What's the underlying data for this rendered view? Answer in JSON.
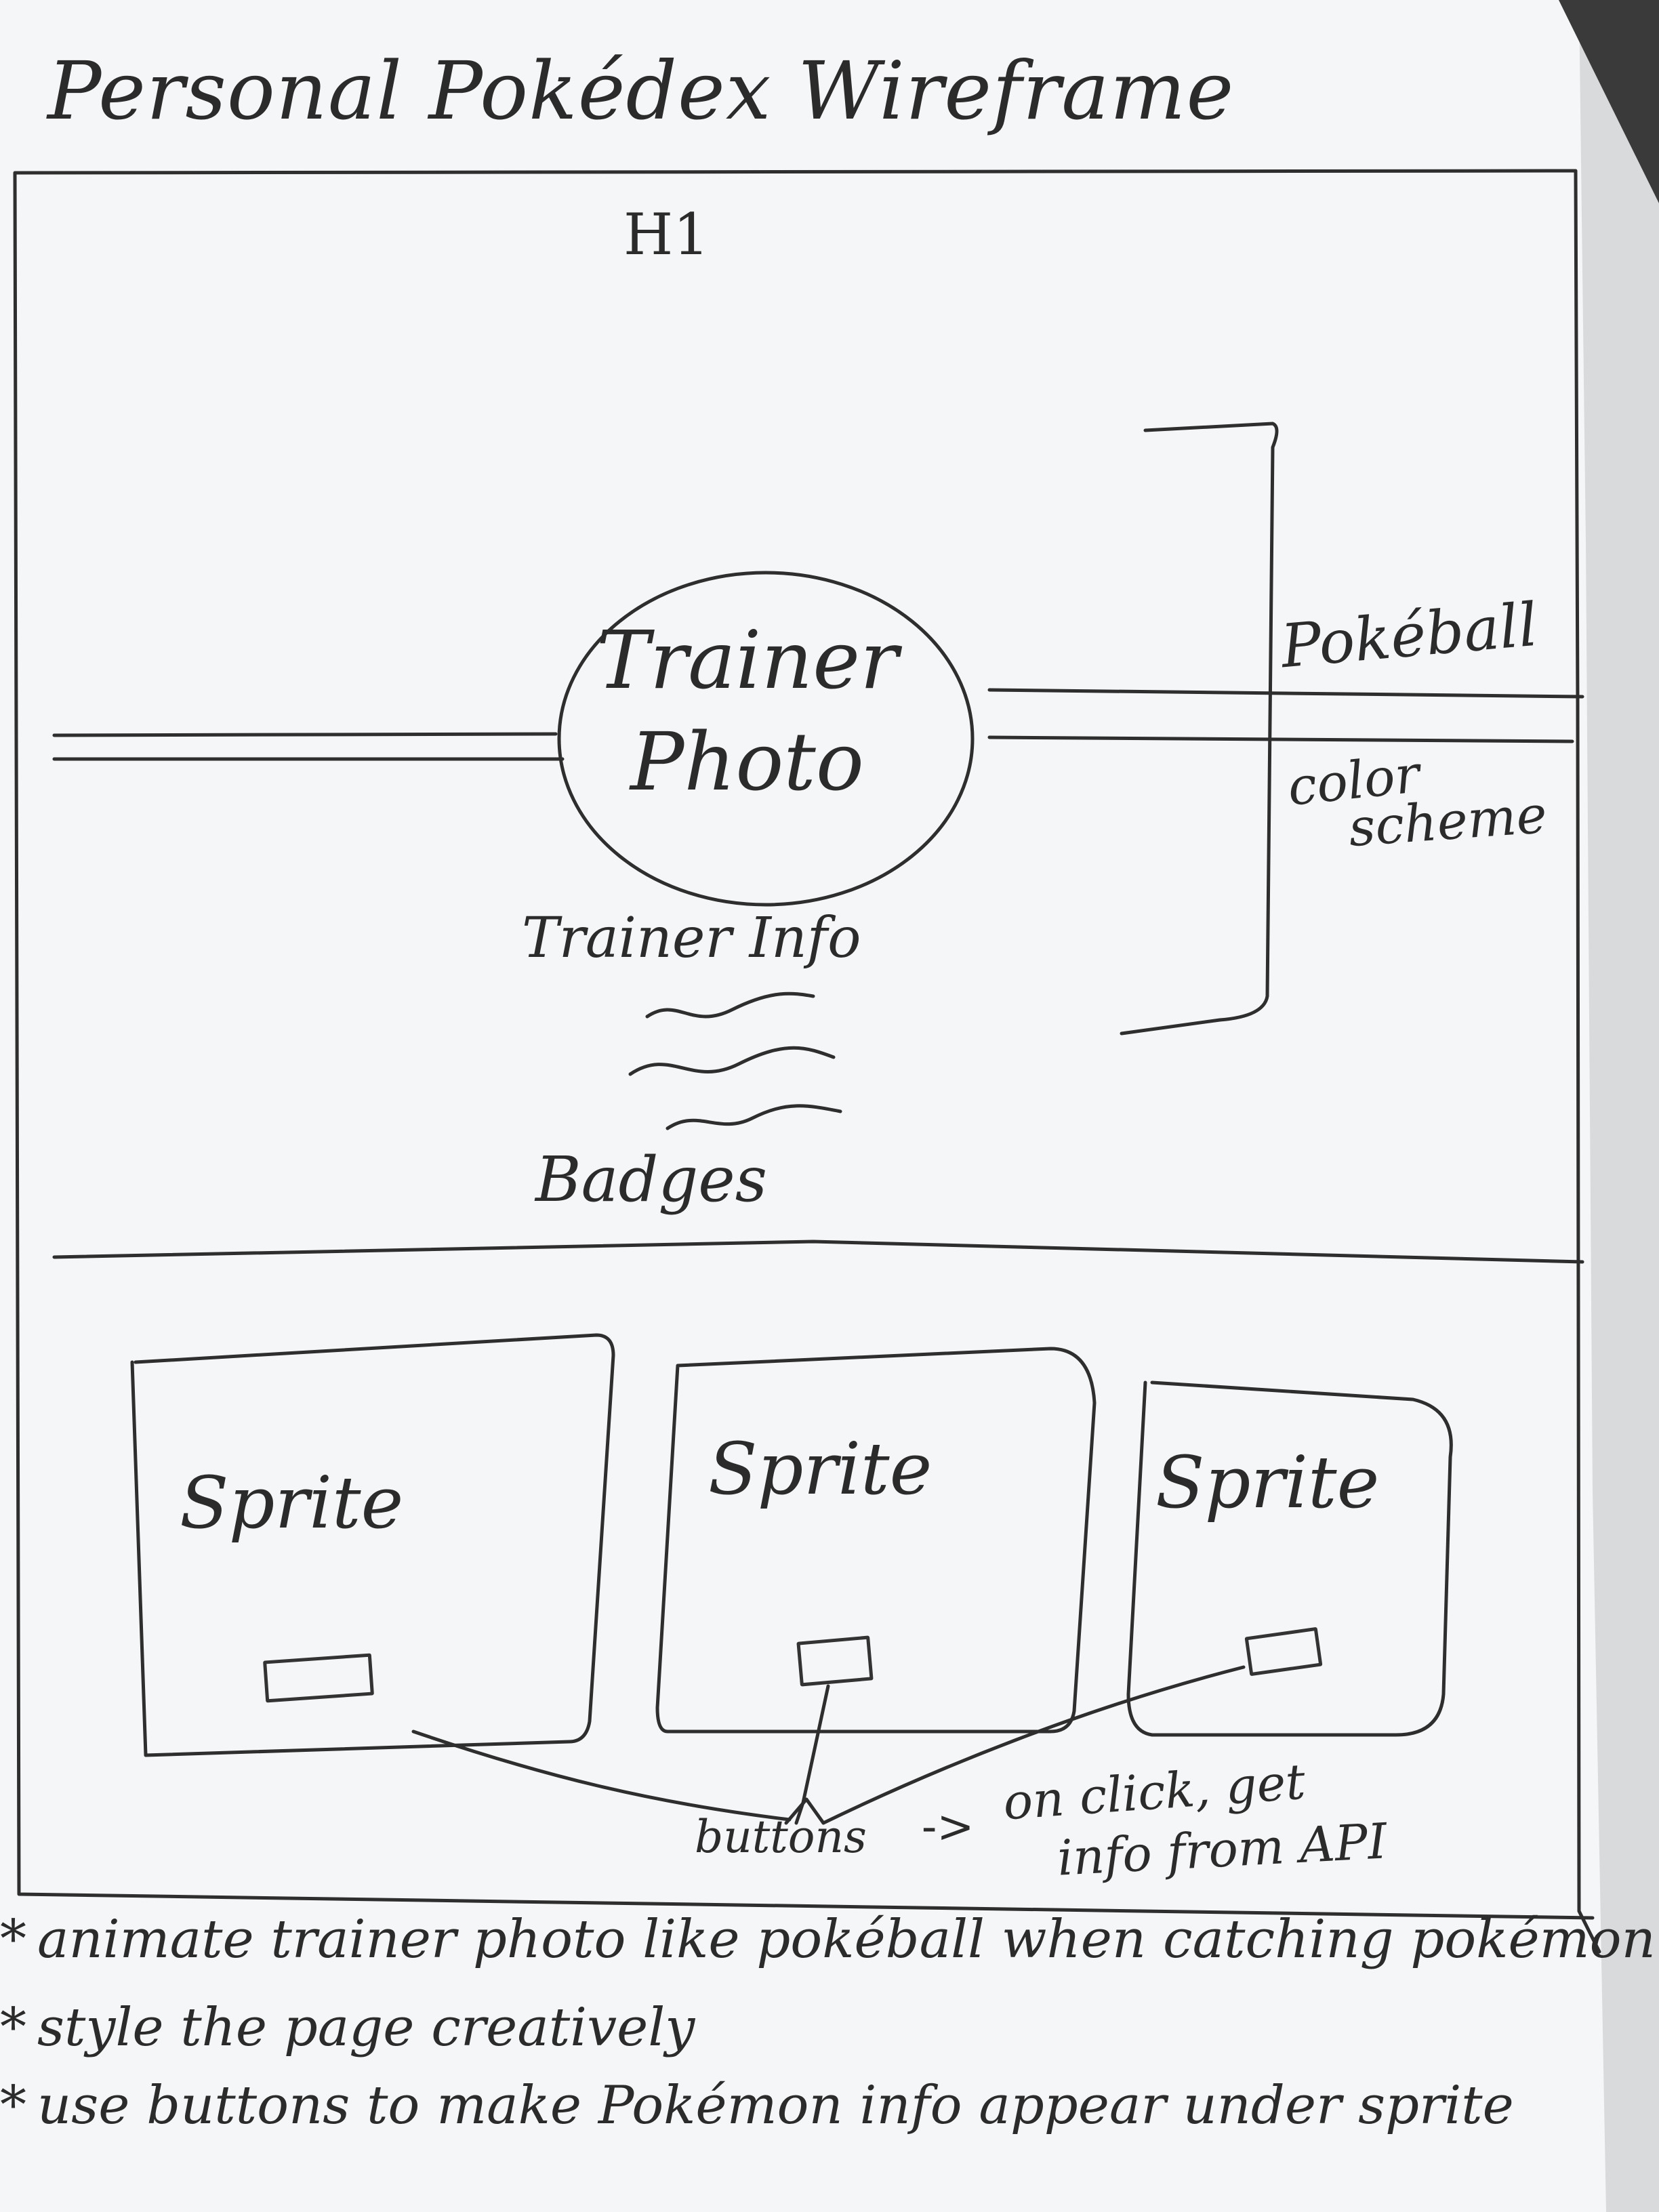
{
  "title": "Personal Pokédex Wireframe",
  "header": {
    "h1_label": "H1"
  },
  "hero": {
    "photo_line1": "Trainer",
    "photo_line2": "Photo",
    "info_label": "Trainer Info",
    "badges_label": "Badges"
  },
  "side_note": {
    "line1": "Pokéball",
    "line2": "color",
    "line3": "scheme"
  },
  "sprites": [
    {
      "label": "Sprite"
    },
    {
      "label": "Sprite"
    },
    {
      "label": "Sprite"
    }
  ],
  "buttons_note": {
    "label": "buttons",
    "arrow": "->",
    "line1": "on click, get",
    "line2": "info from API"
  },
  "notes": [
    {
      "bullet": "*",
      "text": "animate trainer photo like pokéball when catching pokémon"
    },
    {
      "bullet": "*",
      "text": "style the page creatively"
    },
    {
      "bullet": "*",
      "text": "use buttons to make Pokémon info appear under sprite"
    }
  ],
  "colors": {
    "paper": "#f7f7f8",
    "background": "#ecedef",
    "ink": "#2b2b2b"
  }
}
